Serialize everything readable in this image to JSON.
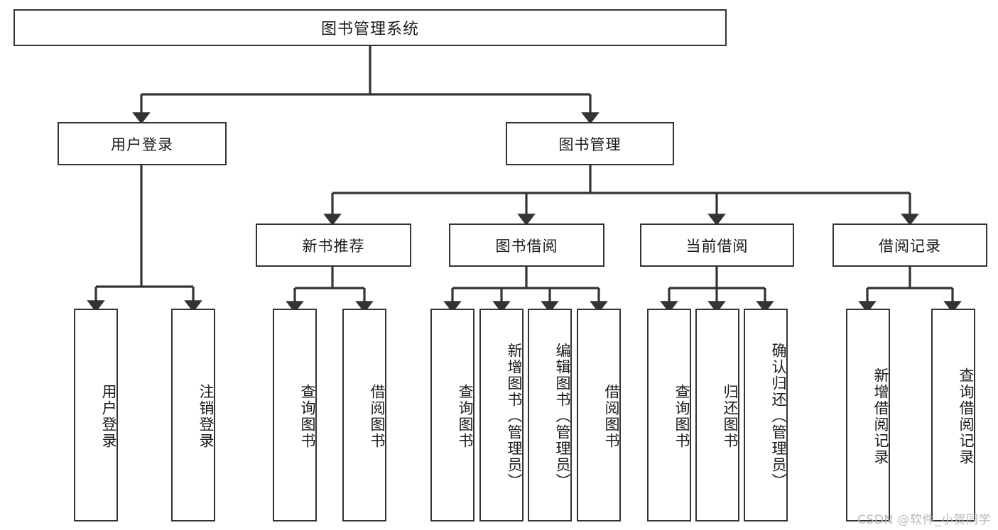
{
  "diagram": {
    "title": "图书管理系统",
    "type": "功能结构图",
    "colors": {
      "node_border": "#333333",
      "node_fill": "#ffffff",
      "connector": "#333333",
      "text": "#1b1b1b",
      "watermark": "#b9b9b9"
    },
    "root": {
      "label": "图书管理系统"
    },
    "level2": [
      {
        "label": "用户登录"
      },
      {
        "label": "图书管理"
      }
    ],
    "level3": [
      {
        "label": "新书推荐"
      },
      {
        "label": "图书借阅"
      },
      {
        "label": "当前借阅"
      },
      {
        "label": "借阅记录"
      }
    ],
    "leaves": {
      "user_login": [
        {
          "label": "用户登录"
        },
        {
          "label": "注销登录"
        }
      ],
      "new_book_recommend": [
        {
          "label": "查询图书"
        },
        {
          "label": "借阅图书"
        }
      ],
      "book_borrow": [
        {
          "label": "查询图书"
        },
        {
          "label": "新增图书（管理员）"
        },
        {
          "label": "编辑图书（管理员）"
        },
        {
          "label": "借阅图书"
        }
      ],
      "current_borrow": [
        {
          "label": "查询图书"
        },
        {
          "label": "归还图书"
        },
        {
          "label": "确认归还（管理员）"
        }
      ],
      "borrow_record": [
        {
          "label": "新增借阅记录"
        },
        {
          "label": "查询借阅记录"
        }
      ]
    },
    "watermark": "CSDN @软件_小贺同学"
  }
}
